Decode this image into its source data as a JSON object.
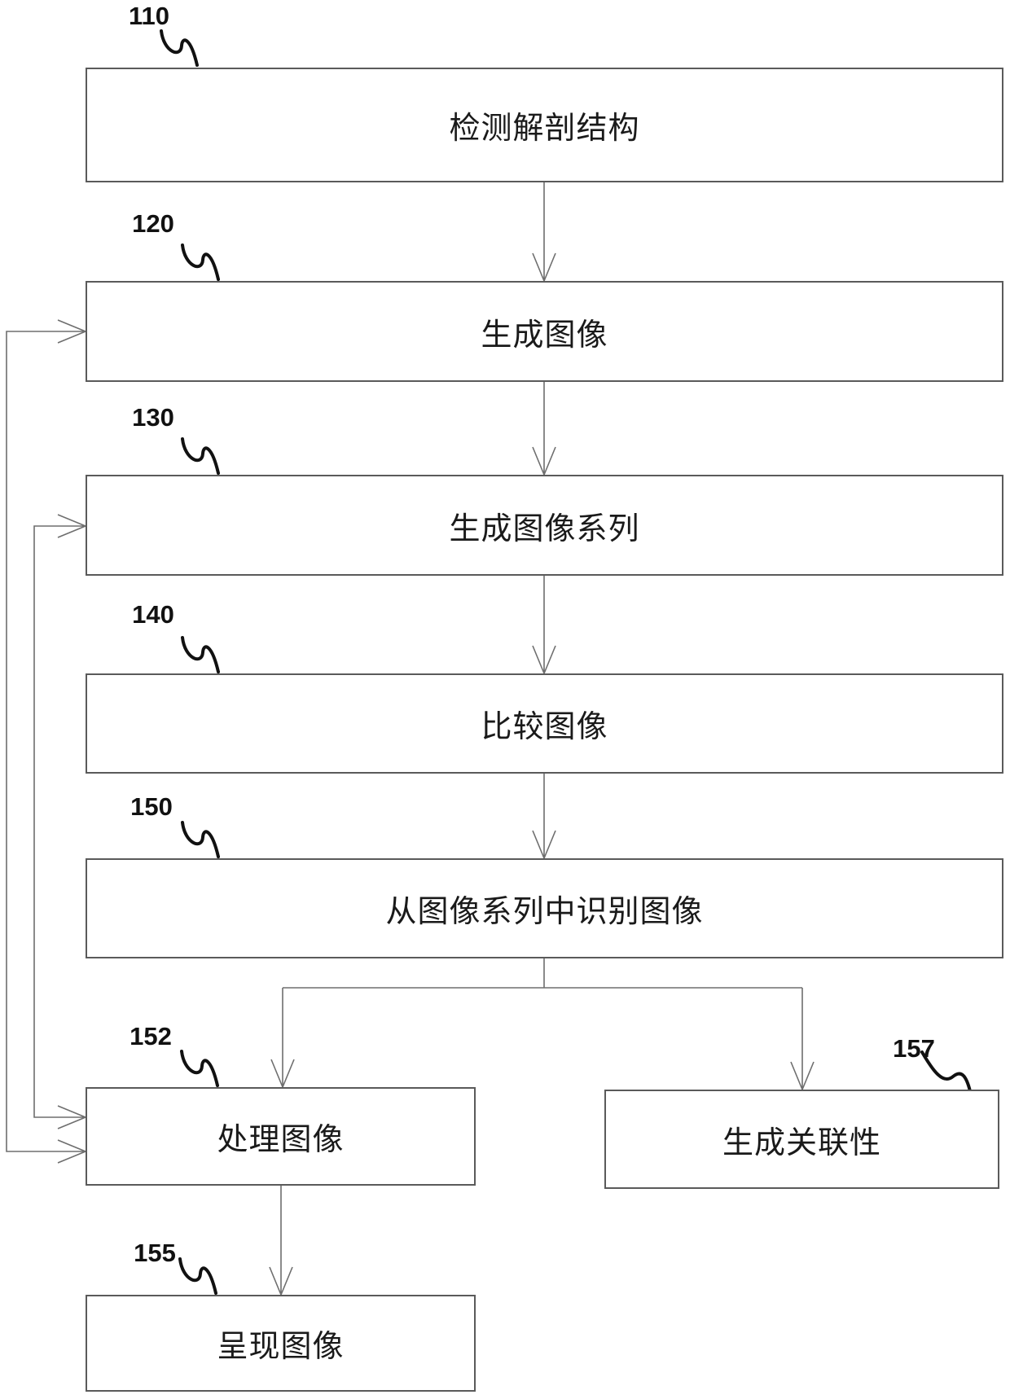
{
  "figure_type": "flowchart",
  "colors": {
    "background": "#ffffff",
    "box_border": "#5a5a5a",
    "connector": "#6e6e6e",
    "box_text": "#1a1a1a",
    "ref_label": "#111111"
  },
  "boxes": {
    "b110": {
      "ref": "110",
      "text": "检测解剖结构"
    },
    "b120": {
      "ref": "120",
      "text": "生成图像"
    },
    "b130": {
      "ref": "130",
      "text": "生成图像系列"
    },
    "b140": {
      "ref": "140",
      "text": "比较图像"
    },
    "b150": {
      "ref": "150",
      "text": "从图像系列中识别图像"
    },
    "b152": {
      "ref": "152",
      "text": "处理图像"
    },
    "b157": {
      "ref": "157",
      "text": "生成关联性"
    },
    "b155": {
      "ref": "155",
      "text": "呈现图像"
    }
  },
  "edges": [
    {
      "from": "110",
      "to": "120",
      "style": "arrow"
    },
    {
      "from": "120",
      "to": "130",
      "style": "arrow"
    },
    {
      "from": "130",
      "to": "140",
      "style": "arrow"
    },
    {
      "from": "140",
      "to": "150",
      "style": "arrow"
    },
    {
      "from": "150",
      "to": "152",
      "style": "arrow"
    },
    {
      "from": "150",
      "to": "157",
      "style": "arrow"
    },
    {
      "from": "152",
      "to": "155",
      "style": "arrow"
    },
    {
      "from": "152",
      "to": "120",
      "style": "double-arrow"
    },
    {
      "from": "152",
      "to": "130",
      "style": "double-arrow"
    }
  ]
}
